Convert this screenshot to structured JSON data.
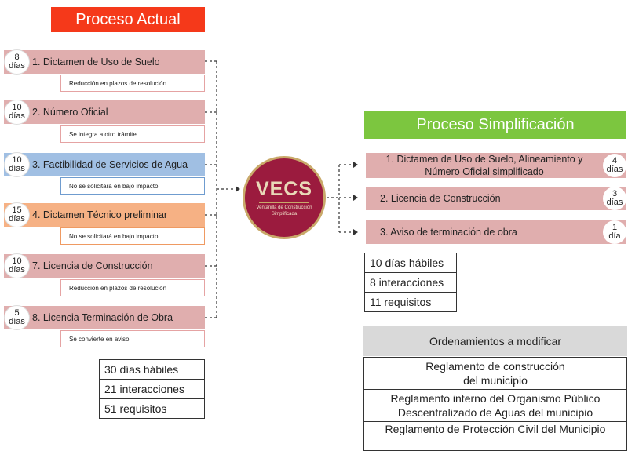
{
  "colors": {
    "actual_header": "#f5391a",
    "simpl_header": "#7cc63f",
    "pink": "#e0aeae",
    "pink_border": "#e5a3a3",
    "blue": "#a0bfe3",
    "blue_border": "#6f9ccf",
    "orange": "#f6b184",
    "orange_border": "#ef9a62"
  },
  "actual": {
    "title": "Proceso Actual",
    "steps": [
      {
        "days": "8",
        "unit": "días",
        "label": "1. Dictamen de Uso de Suelo",
        "note": "Reducción en plazos de resolución",
        "color": "pink"
      },
      {
        "days": "10",
        "unit": "días",
        "label": "2. Número Oficial",
        "note": "Se integra a otro trámite",
        "color": "pink"
      },
      {
        "days": "10",
        "unit": "días",
        "label": "3. Factibilidad de Servicios de Agua",
        "note": "No se solicitará en bajo impacto",
        "color": "blue"
      },
      {
        "days": "15",
        "unit": "días",
        "label": "4. Dictamen Técnico preliminar",
        "note": "No se solicitará en bajo impacto",
        "color": "orange"
      },
      {
        "days": "10",
        "unit": "días",
        "label": "7. Licencia de Construcción",
        "note": "Reducción en plazos de resolución",
        "color": "pink"
      },
      {
        "days": "5",
        "unit": "días",
        "label": "8. Licencia Terminación de Obra",
        "note": "Se convierte en aviso",
        "color": "pink"
      }
    ],
    "summary": [
      "30 días hábiles",
      "21 interacciones",
      "51 requisitos"
    ]
  },
  "vecs": {
    "name": "VECS",
    "subtitle_line1": "Ventanilla de Construcción",
    "subtitle_line2": "Simplificada"
  },
  "simplified": {
    "title": "Proceso Simplificación",
    "steps": [
      {
        "label_line1": "1. Dictamen de Uso de Suelo, Alineamiento y",
        "label_line2": "Número Oficial simplificado",
        "days": "4",
        "unit": "días"
      },
      {
        "label_line1": "2. Licencia de Construcción",
        "label_line2": "",
        "days": "3",
        "unit": "días"
      },
      {
        "label_line1": "3. Aviso de terminación de obra",
        "label_line2": "",
        "days": "1",
        "unit": "día"
      }
    ],
    "summary": [
      "10 días hábiles",
      "8 interacciones",
      "11 requisitos"
    ]
  },
  "ordenamientos": {
    "title": "Ordenamientos a modificar",
    "items": [
      {
        "line1": "Reglamento de construcción",
        "line2": "del municipio"
      },
      {
        "line1": "Reglamento interno del Organismo Público",
        "line2": "Descentralizado de Aguas del municipio"
      },
      {
        "line1": "Reglamento de Protección Civil del Municipio",
        "line2": ""
      }
    ]
  }
}
